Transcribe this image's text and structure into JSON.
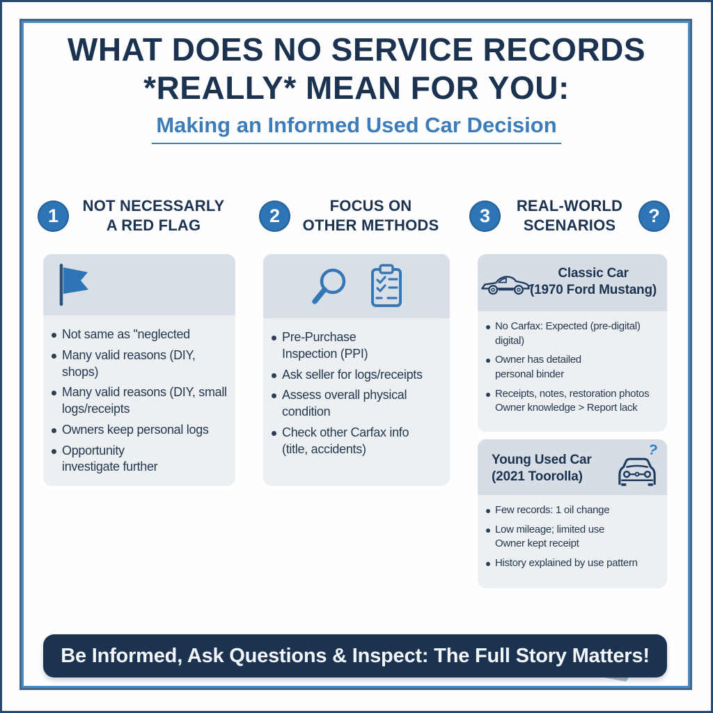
{
  "colors": {
    "navy": "#1b3350",
    "accent_blue": "#2e75b6",
    "subtitle_blue": "#3c7cb8",
    "box_body_bg": "#edf0f3",
    "box_head_bg": "#d8dfe6",
    "banner_bg": "#1b3350",
    "banner_text": "#f3f6f9"
  },
  "header": {
    "title_line1": "WHAT DOES NO SERVICE RECORDS",
    "title_line2": "*REALLY* MEAN FOR YOU:",
    "subtitle": "Making an Informed Used Car Decision"
  },
  "columns": [
    {
      "number": "1",
      "heading_line1": "NOT NECESSARLY",
      "heading_line2": "A RED FLAG",
      "icon": "flag-icon",
      "bullets": [
        "Not same as \"neglected",
        "Many valid reasons (DIY,\nshops)",
        "Many valid reasons (DIY, small\nlogs/receipts",
        "Owners keep personal logs",
        "Opportunity\ninvestigate further"
      ]
    },
    {
      "number": "2",
      "heading_line1": "FOCUS ON",
      "heading_line2": "OTHER METHODS",
      "icons": [
        "magnifier-icon",
        "checklist-icon"
      ],
      "bullets": [
        "Pre-Purchase\nInspection (PPI)",
        "Ask seller for logs/receipts",
        "Assess overall physical\ncondition",
        "Check other Carfax info\n(title, accidents)"
      ]
    },
    {
      "number": "3",
      "heading_line1": "REAL-WORLD",
      "heading_line2": "SCENARIOS",
      "badge": "?",
      "cards": [
        {
          "title_line1": "Classic Car",
          "title_line2": "(1970 Ford Mustang)",
          "icon": "classic-car-icon",
          "bullets": [
            "No Carfax: Expected (pre-digital)\ndigital)",
            "Owner has detailed\npersonal binder",
            "Receipts, notes, restoration photos\nOwner knowledge > Report lack"
          ]
        },
        {
          "title_line1": "Young Used Car",
          "title_line2": "(2021 Toorolla)",
          "icon": "modern-car-icon",
          "badge": "?",
          "bullets": [
            "Few records: 1 oil change",
            "Low mileage; limited use\nOwner kept receipt",
            "History explained by use pattern"
          ]
        }
      ]
    }
  ],
  "footer": {
    "text": "Be Informed, Ask Questions & Inspect:  The Full Story Matters!"
  }
}
